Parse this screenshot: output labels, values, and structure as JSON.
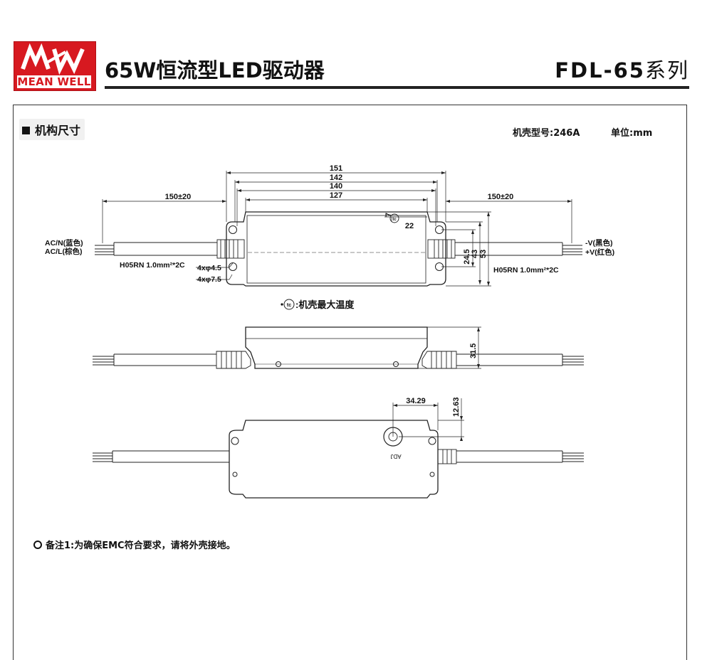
{
  "header": {
    "brand_name": "MEAN WELL",
    "title": "65W恒流型LED驱动器",
    "series_model": "FDL-65",
    "series_suffix": "系列"
  },
  "section": {
    "title": "机构尺寸"
  },
  "spec": {
    "case_no": "机壳型号:246A",
    "unit": "单位:mm"
  },
  "top_view": {
    "dims": {
      "d151": "151",
      "d142": "142",
      "d140": "140",
      "d127": "127",
      "lead_left": "150±20",
      "lead_right": "150±20",
      "d7": "7",
      "d22": "22",
      "d24_5": "24.5",
      "d43": "43",
      "d53": "53"
    },
    "wires_left": [
      "AC/N(蓝色)",
      "AC/L(棕色)"
    ],
    "wires_right": [
      "-V(黑色)",
      "+V(红色)"
    ],
    "cable_left": "H05RN 1.0mm²*2C",
    "cable_right": "H05RN 1.0mm²*2C",
    "holes": [
      "4xφ4.5",
      "4xφ7.5"
    ],
    "tc_symbol": "tc",
    "tc_note": ":机壳最大温度"
  },
  "side_view": {
    "height": "31.5"
  },
  "bottom_view": {
    "dim_x": "34.29",
    "dim_y": "12.63",
    "pot_label": "ADJ"
  },
  "note": {
    "text": "备注1:为确保EMC符合要求，请将外壳接地。"
  },
  "colors": {
    "brand_red": "#d71920",
    "line": "#222222"
  }
}
